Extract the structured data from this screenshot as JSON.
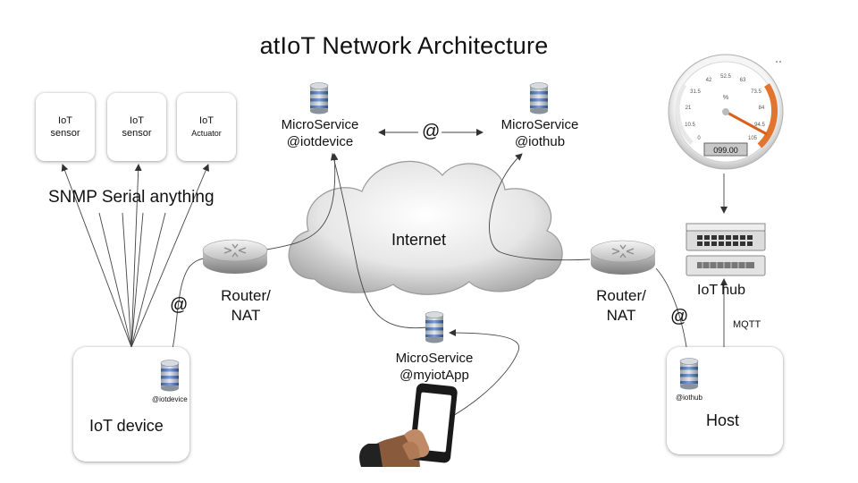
{
  "title": "atIoT Network Architecture",
  "devices": [
    {
      "line1": "IoT",
      "line2": "sensor"
    },
    {
      "line1": "IoT",
      "line2": "sensor"
    },
    {
      "line1": "IoT",
      "line2": "Actuator"
    }
  ],
  "protocols_label": "SNMP Serial anything",
  "microservices": {
    "iotdevice": {
      "name": "MicroService",
      "handle": "@iotdevice"
    },
    "iothub": {
      "name": "MicroService",
      "handle": "@iothub"
    },
    "myiotapp": {
      "name": "MicroService",
      "handle": "@myiotApp"
    }
  },
  "at_symbol": "@",
  "internet_label": "Internet",
  "router_left": {
    "line1": "Router/",
    "line2": "NAT"
  },
  "router_right": {
    "line1": "Router/",
    "line2": "NAT"
  },
  "iot_device": {
    "label": "IoT device",
    "db_label": "@iotdevice"
  },
  "host": {
    "label": "Host",
    "db_label": "@iothub"
  },
  "iot_hub_label": "IoT hub",
  "mqtt_label": "MQTT",
  "gauge": {
    "ticks": [
      "0",
      "10.5",
      "21",
      "31.5",
      "42",
      "52.5",
      "63",
      "73.5",
      "84",
      "94.5",
      "105"
    ],
    "unit": "%",
    "readout": "099.00"
  }
}
